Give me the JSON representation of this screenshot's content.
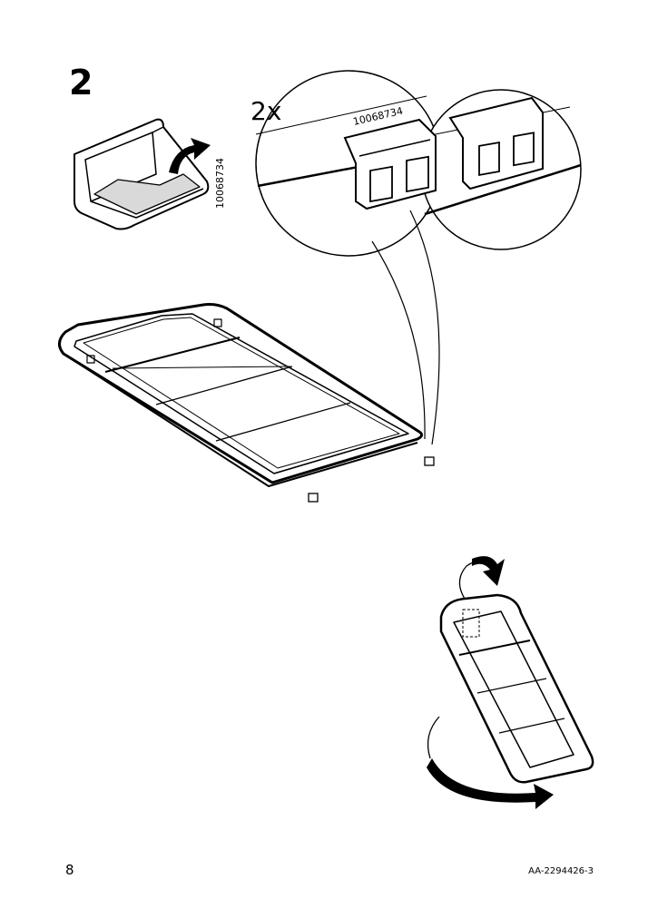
{
  "step": {
    "number": "2"
  },
  "detail": {
    "quantity": "2x",
    "part_number": "10068734"
  },
  "box": {
    "part_number": "10068734"
  },
  "footer": {
    "page_number": "8",
    "doc_code": "AA-2294426-3"
  }
}
